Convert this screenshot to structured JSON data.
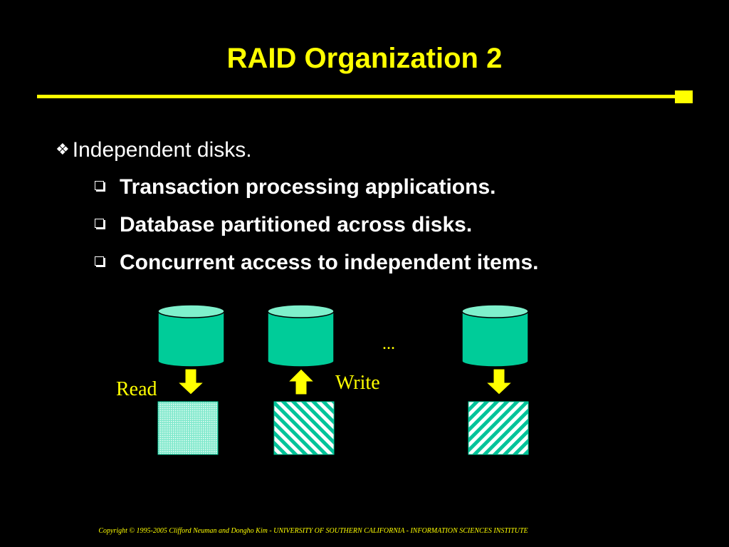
{
  "slide": {
    "title": "RAID Organization 2",
    "bullet": "Independent disks.",
    "sub_bullets": [
      "Transaction processing applications.",
      "Database partitioned across disks.",
      "Concurrent access to independent items."
    ],
    "diagram": {
      "read_label": "Read",
      "write_label": "Write",
      "ellipsis": "..."
    },
    "footer": "Copyright © 1995-2005 Clifford Neuman and Dongho Kim - UNIVERSITY OF SOUTHERN CALIFORNIA - INFORMATION SCIENCES INSTITUTE"
  },
  "colors": {
    "background": "#000000",
    "accent": "#FFFF00",
    "text": "#FFFFFF",
    "disk": "#00CC99",
    "block": "#66E0C0"
  },
  "icons": [
    "diamond-bullet-icon",
    "square-bullet-icon",
    "disk-icon",
    "arrow-down-icon",
    "arrow-up-icon"
  ]
}
